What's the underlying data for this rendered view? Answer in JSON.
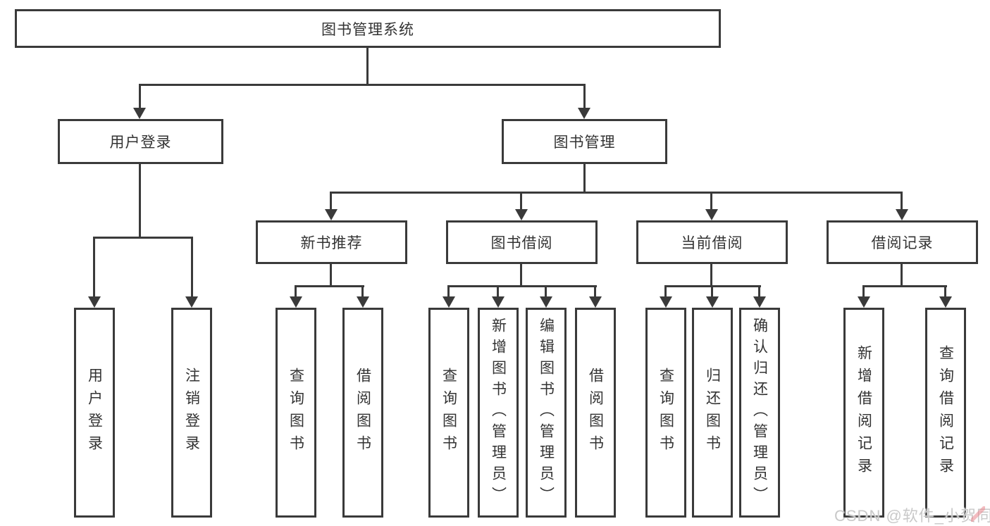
{
  "colors": {
    "line": "#3a3a3a",
    "text": "#333333",
    "watermark": "#c9c9c9",
    "watermark_accent": "#e8858d"
  },
  "root": {
    "label": "图书管理系统"
  },
  "level2": {
    "user_login": {
      "label": "用户登录"
    },
    "book_mgmt": {
      "label": "图书管理"
    }
  },
  "level3": {
    "new_book": {
      "label": "新书推荐"
    },
    "book_borrow": {
      "label": "图书借阅"
    },
    "current_borrow": {
      "label": "当前借阅"
    },
    "borrow_record": {
      "label": "借阅记录"
    }
  },
  "leaves": {
    "ul_login": {
      "label": "用户登录"
    },
    "ul_logout": {
      "label": "注销登录"
    },
    "nb_query": {
      "label": "查询图书"
    },
    "nb_borrow": {
      "label": "借阅图书"
    },
    "bb_query": {
      "label": "查询图书"
    },
    "bb_add": {
      "label": "新增图书（管理员）"
    },
    "bb_edit": {
      "label": "编辑图书（管理员）"
    },
    "bb_borrow": {
      "label": "借阅图书"
    },
    "cb_query": {
      "label": "查询图书"
    },
    "cb_return": {
      "label": "归还图书"
    },
    "cb_confirm": {
      "label": "确认归还（管理员）"
    },
    "br_add": {
      "label": "新增借阅记录"
    },
    "br_query": {
      "label": "查询借阅记录"
    }
  },
  "watermark": {
    "text": "CSDN @软件_小贺同学"
  }
}
